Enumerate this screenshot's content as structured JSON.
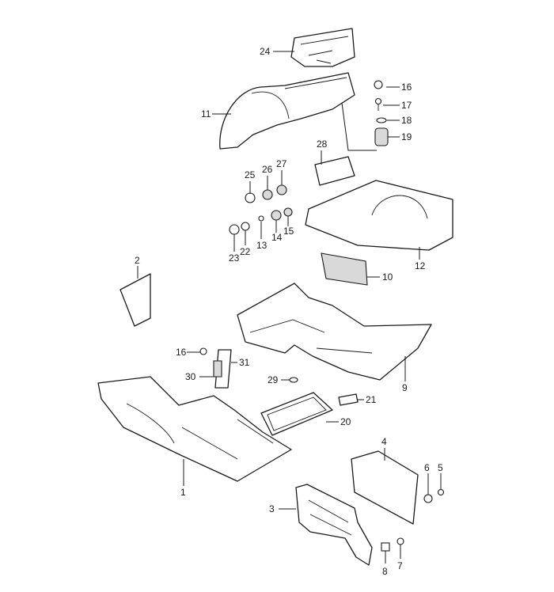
{
  "figure": {
    "labels": [
      "1",
      "2",
      "3",
      "4",
      "5",
      "6",
      "7",
      "8",
      "9",
      "10",
      "11",
      "12",
      "13",
      "14",
      "15",
      "16",
      "16",
      "17",
      "18",
      "19",
      "20",
      "21",
      "22",
      "23",
      "24",
      "25",
      "26",
      "27",
      "28",
      "29",
      "30",
      "31"
    ]
  }
}
